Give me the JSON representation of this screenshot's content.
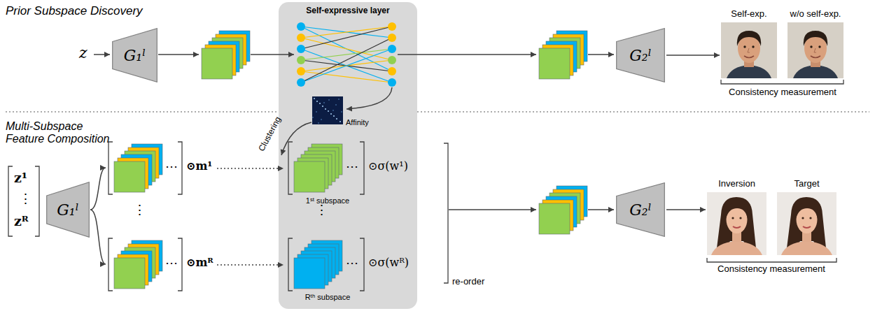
{
  "diagram": {
    "nodes": [
      {
        "text": [
          "G₁ˡ"
        ]
      },
      {
        "text": [
          "Self-expressive layer"
        ]
      },
      {
        "text": [
          "Affinity"
        ],
        "in": 1
      },
      {
        "text": [
          "G₂ˡ"
        ]
      },
      {
        "text": [
          "Self-exp."
        ]
      },
      {
        "text": [
          "w/o self-exp."
        ]
      },
      {
        "text": [
          "G₁ˡ"
        ]
      },
      {
        "text": [
          "G₂ˡ"
        ]
      },
      {
        "text": [
          "Inversion"
        ]
      },
      {
        "text": [
          "Target"
        ]
      }
    ],
    "edges": [
      {
        "from": 3,
        "to": 4,
        "arrow": "to"
      },
      {
        "from": 7,
        "to": 8,
        "arrow": "to"
      }
    ],
    "labels": [
      "Prior Subspace Discovery",
      "z",
      "Consistency measurement",
      "Clustering",
      "Multi-Subspace Feature Composition",
      "z¹",
      "⋮",
      "zᴿ",
      "⋯",
      "⊙m¹",
      "1ˢᵗ subspace",
      "⋯",
      "⊙σ(w¹)",
      "⋮",
      "⋮",
      "⋯",
      "⊙mᴿ",
      "Rᵗʰ subspace",
      "⋯",
      "⊙σ(wᴿ)",
      "re-order",
      "Consistency measurement"
    ]
  }
}
